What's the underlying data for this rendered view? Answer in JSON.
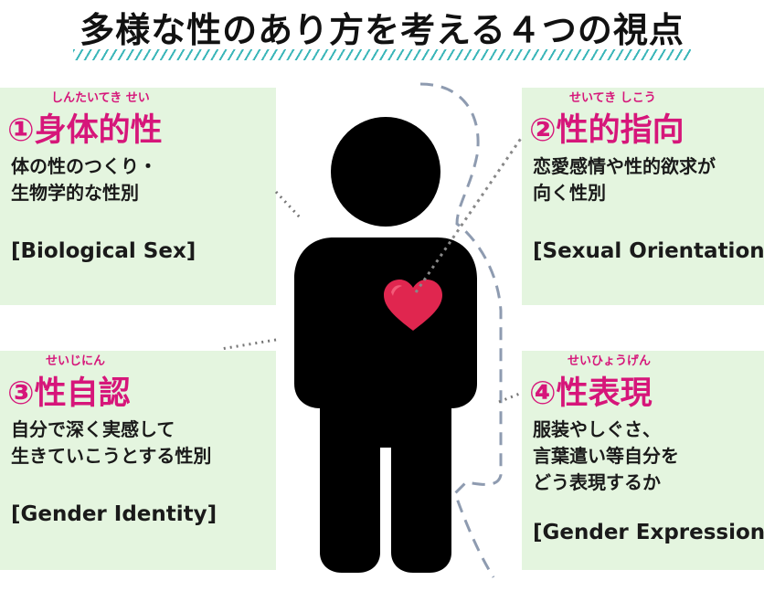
{
  "title": "多様な性のあり方を考える４つの視点",
  "colors": {
    "accent_magenta": "#d6167a",
    "box_background": "#e4f5df",
    "underline_teal": "#3ab6b9",
    "heart": "#e0264f",
    "figure": "#000000",
    "outline_dashed": "#8e9bb0"
  },
  "boxes": [
    {
      "ruby": "しんたいてき せい",
      "title": "①身体的性",
      "desc_lines": [
        "体の性のつくり・",
        "生物学的な性別"
      ],
      "english": "[Biological Sex]"
    },
    {
      "ruby": "せいてき しこう",
      "title": "②性的指向",
      "desc_lines": [
        "恋愛感情や性的欲求が",
        "向く性別"
      ],
      "english": "[Sexual Orientation]"
    },
    {
      "ruby": "せいじにん",
      "title": "③性自認",
      "desc_lines": [
        "自分で深く実感して",
        "生きていこうとする性別"
      ],
      "english": "[Gender Identity]"
    },
    {
      "ruby": "せいひょうげん",
      "title": "④性表現",
      "desc_lines": [
        "服装やしぐさ、",
        "言葉遣い等自分を",
        "どう表現するか"
      ],
      "english": "[Gender Expression]"
    }
  ],
  "icons": {
    "figure": "person-silhouette-icon",
    "heart": "heart-icon"
  }
}
